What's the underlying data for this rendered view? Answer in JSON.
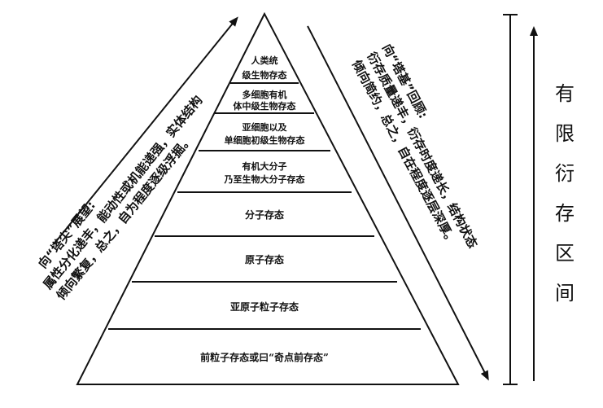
{
  "pyramid": {
    "levels": [
      [
        "人类统",
        "级生物存态"
      ],
      [
        "多细胞有机",
        "体中级生物存态"
      ],
      [
        "亚细胞以及",
        "单细胞初级生物存态"
      ],
      [
        "有机大分子",
        "乃至生物大分子存态"
      ],
      [
        "分子存态"
      ],
      [
        "原子存态"
      ],
      [
        "亚原子粒子存态"
      ],
      [
        "前粒子存态或曰“奇点前存态”"
      ]
    ]
  },
  "left_text": [
    "向“塔尖”展望:",
    "属性分化递丰，能动性或机能递强，实体结构",
    "倾向繁复，总之，自为程度逐级浮掘。"
  ],
  "right_text": [
    "向“塔基”回顾:",
    "衍存质量递丰，衍存时度递长，结构状态",
    "倾向简约，总之，自在程度逐层深厚。"
  ],
  "vertical_label": [
    "有",
    "限",
    "衍",
    "存",
    "区",
    "间"
  ]
}
